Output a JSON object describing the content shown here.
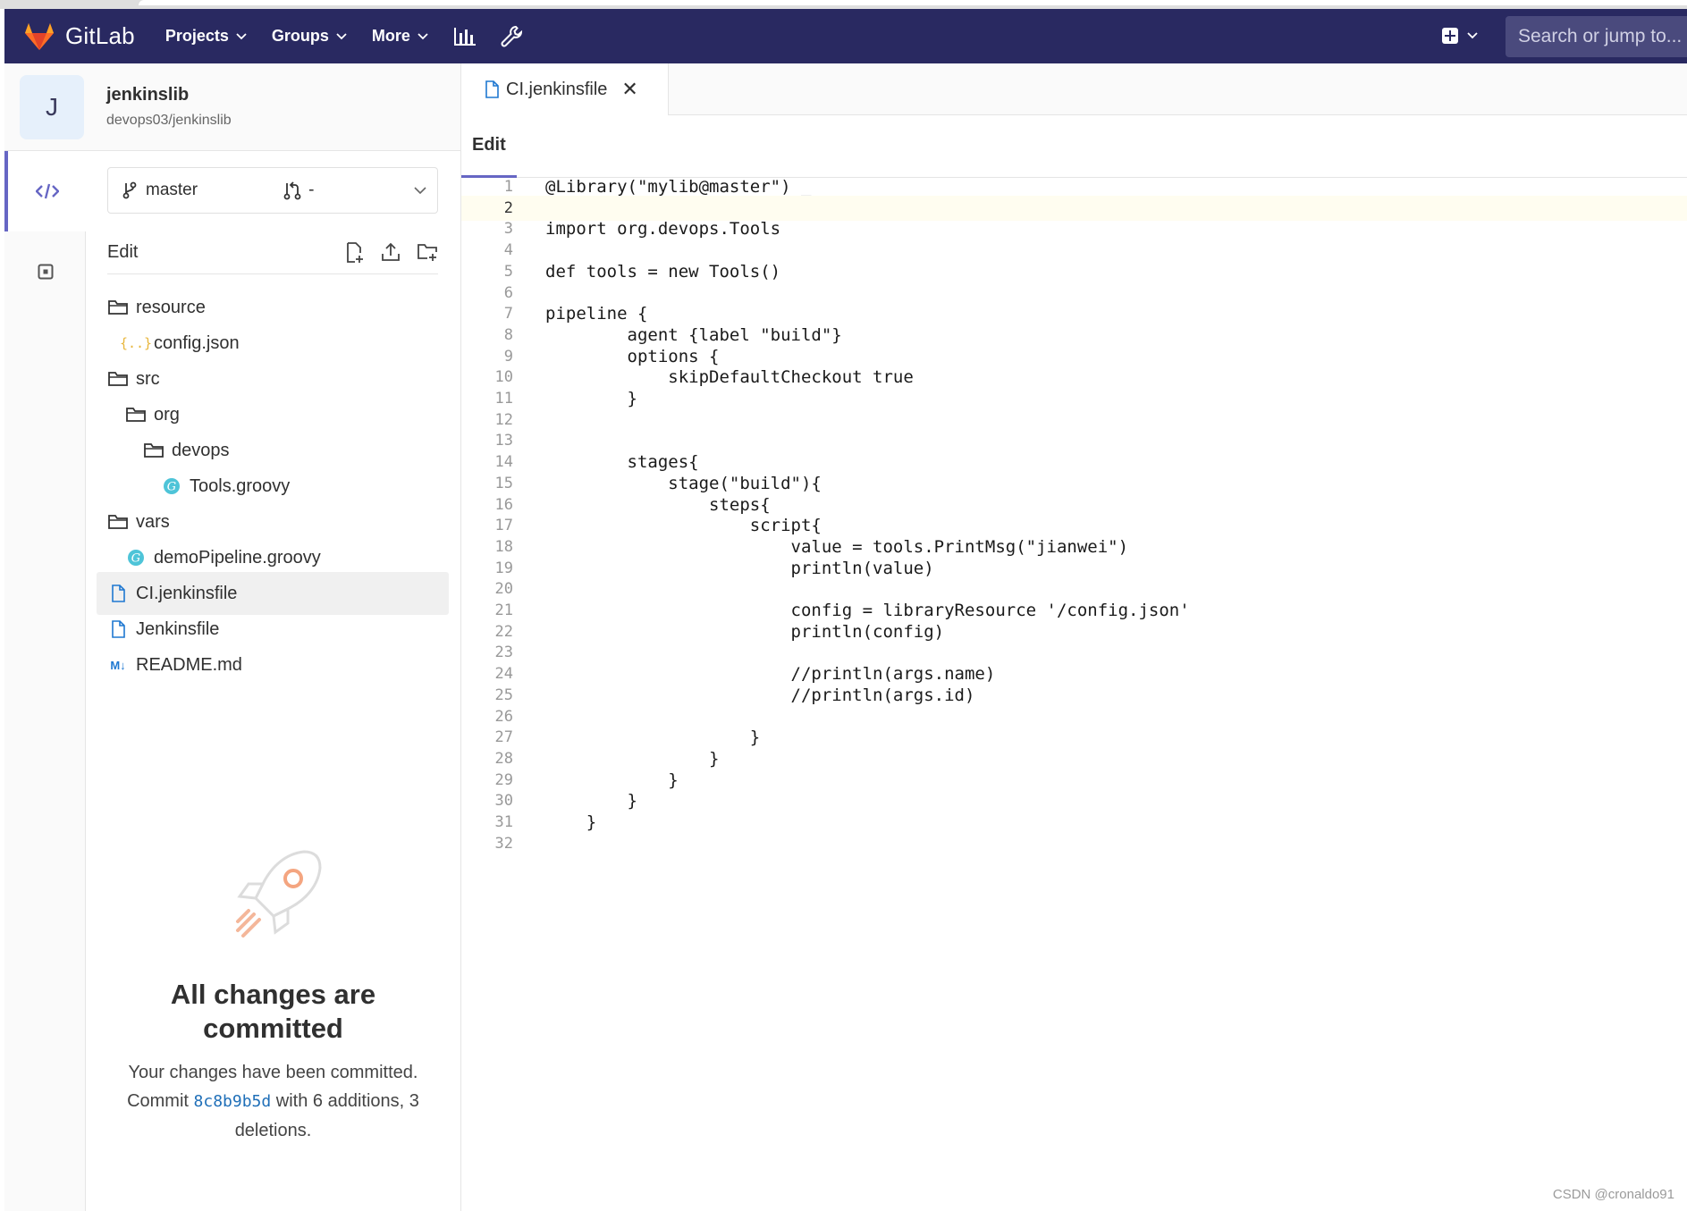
{
  "navbar": {
    "brand": "GitLab",
    "items": [
      {
        "label": "Projects"
      },
      {
        "label": "Groups"
      },
      {
        "label": "More"
      }
    ],
    "search_placeholder": "Search or jump to..."
  },
  "project": {
    "avatar_letter": "J",
    "name": "jenkinslib",
    "path": "devops03/jenkinslib"
  },
  "branch": {
    "name": "master",
    "mr": "-"
  },
  "file_panel": {
    "edit_label": "Edit"
  },
  "file_tree": [
    {
      "label": "resource",
      "type": "folder",
      "depth": 0
    },
    {
      "label": "config.json",
      "type": "json",
      "depth": 1
    },
    {
      "label": "src",
      "type": "folder",
      "depth": 0
    },
    {
      "label": "org",
      "type": "folder",
      "depth": 1
    },
    {
      "label": "devops",
      "type": "folder",
      "depth": 2
    },
    {
      "label": "Tools.groovy",
      "type": "groovy",
      "depth": 3
    },
    {
      "label": "vars",
      "type": "folder",
      "depth": 0
    },
    {
      "label": "demoPipeline.groovy",
      "type": "groovy",
      "depth": 1
    },
    {
      "label": "CI.jenkinsfile",
      "type": "file",
      "depth": 0,
      "active": true
    },
    {
      "label": "Jenkinsfile",
      "type": "file",
      "depth": 0
    },
    {
      "label": "README.md",
      "type": "markdown",
      "depth": 0
    }
  ],
  "empty_state": {
    "title": "All changes are committed",
    "desc_prefix": "Your changes have been committed. Commit",
    "commit_sha": "8c8b9b5d",
    "desc_suffix": "with 6 additions, 3 deletions."
  },
  "editor": {
    "tab_label": "CI.jenkinsfile",
    "mode": "Edit",
    "current_line": 2,
    "lines": [
      "@Library(\"mylib@master\") _",
      "",
      "import org.devops.Tools",
      "",
      "def tools = new Tools()",
      "",
      "pipeline {",
      "        agent {label \"build\"}",
      "        options {",
      "            skipDefaultCheckout true",
      "        }",
      "",
      "",
      "        stages{",
      "            stage(\"build\"){",
      "                steps{",
      "                    script{",
      "                        value = tools.PrintMsg(\"jianwei\")",
      "                        println(value)",
      "",
      "                        config = libraryResource '/config.json'",
      "                        println(config)",
      "",
      "                        //println(args.name)",
      "                        //println(args.id)",
      "",
      "                    }",
      "                }",
      "            }",
      "        }",
      "    }",
      ""
    ]
  },
  "watermark": "CSDN @cronaldo91",
  "colors": {
    "navbar": "#292961",
    "accent": "#6666c4",
    "link": "#1f6fb8"
  }
}
